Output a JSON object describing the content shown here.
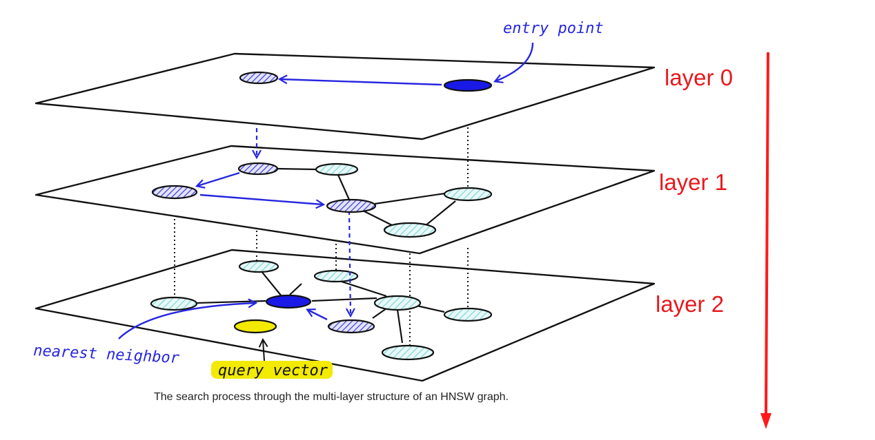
{
  "labels": {
    "entry_point": "entry point",
    "nearest_neighbor": "nearest neighbor",
    "query_vector": "query vector"
  },
  "layers": [
    "layer 0",
    "layer 1",
    "layer 2"
  ],
  "caption": "The search process through the multi-layer structure of an HNSW graph.",
  "colors": {
    "search_path": "#2626e0",
    "layer_label": "#e8191d",
    "arrow": "#ff1a1a",
    "query_highlight": "#f2ea00",
    "visited_node": "#1a1ae6",
    "node_hatch": "#7fd4d4"
  }
}
